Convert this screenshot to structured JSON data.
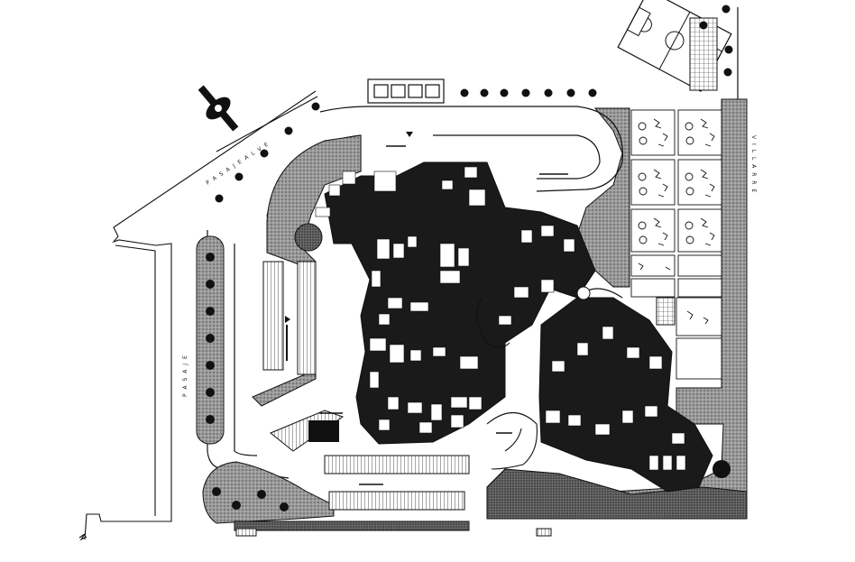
{
  "labels": {
    "street_diagonal": "P A S A J E  A L V E",
    "street_left": "P A S A J E",
    "street_right": "V I L L A R R E"
  },
  "colors": {
    "ink": "#111111",
    "paper": "#ffffff",
    "garden": "#8c8c8c",
    "paving": "#5a5a5a"
  }
}
